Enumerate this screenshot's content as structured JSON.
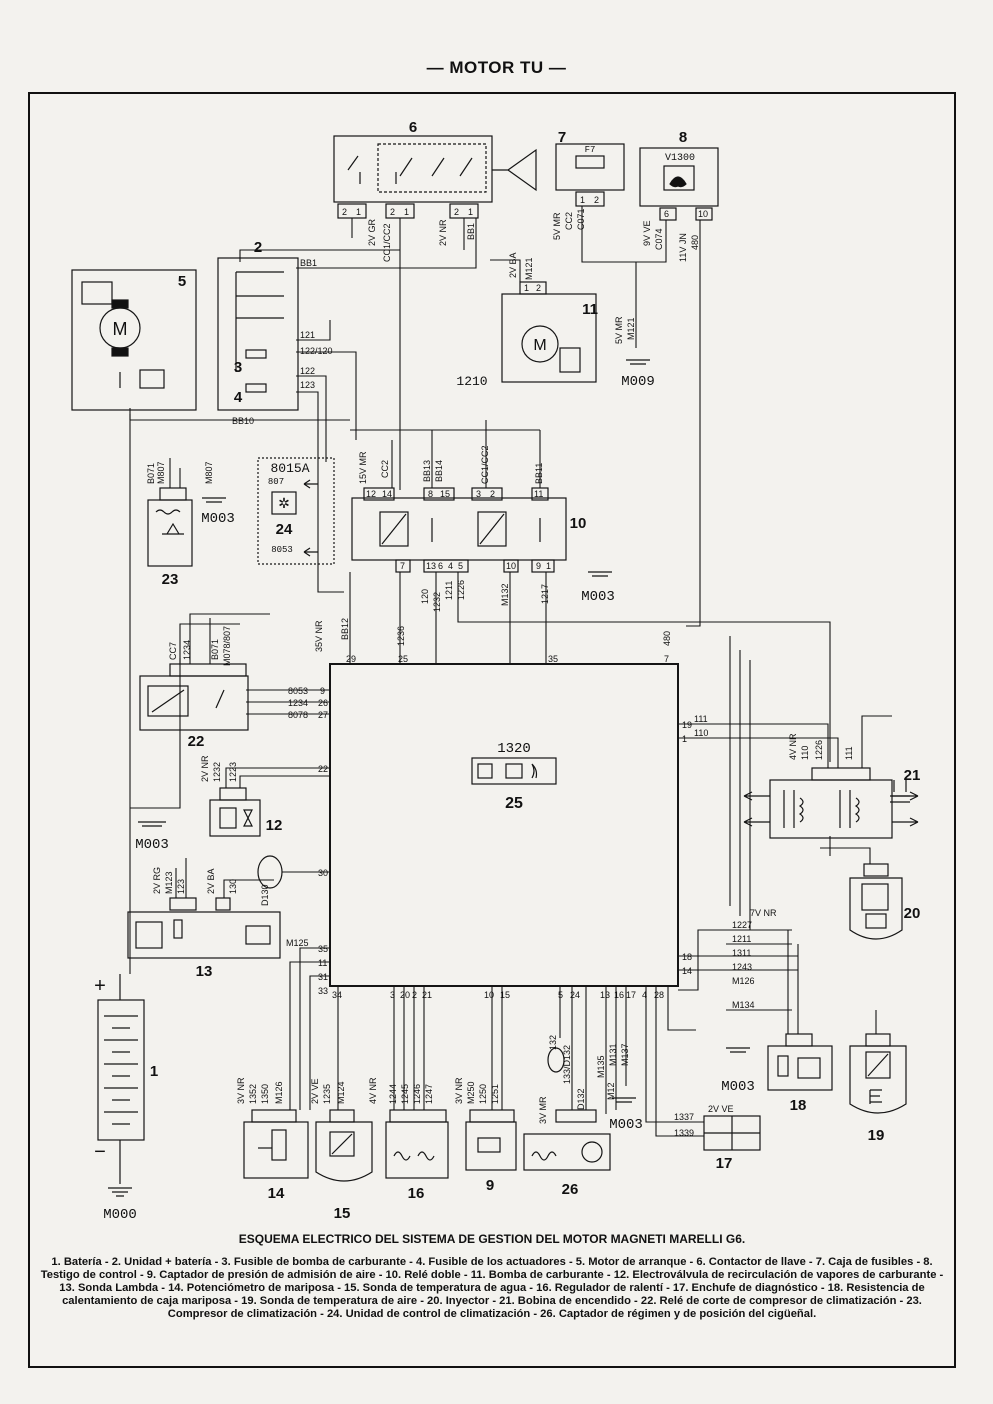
{
  "header": {
    "title": "— MOTOR TU —"
  },
  "caption": {
    "title": "ESQUEMA ELECTRICO DEL SISTEMA DE GESTION DEL MOTOR MAGNETI MARELLI G6.",
    "legend": "1. Batería - 2. Unidad + batería - 3. Fusible de bomba de carburante - 4. Fusible de los actuadores - 5. Motor de arranque - 6. Contactor de llave - 7. Caja de fusibles - 8. Testigo de control - 9. Captador de presión de admisión de aire - 10. Relé doble - 11. Bomba de carburante - 12. Electroválvula de recirculación de vapores de carburante - 13. Sonda Lambda - 14. Potenciómetro de mariposa - 15. Sonda de temperatura de agua - 16. Regulador de ralentí - 17. Enchufe de diagnóstico - 18. Resistencia de calentamiento de caja mariposa - 19. Sonda de temperatura de aire - 20. Inyector - 21. Bobina de encendido - 22. Relé de corte de compresor de climatización - 23. Compresor de climatización - 24. Unidad de control de climatización - 26. Captador de régimen y de posición del cigüeñal."
  },
  "components": [
    {
      "id": "c1",
      "num": "1"
    },
    {
      "id": "c2",
      "num": "2"
    },
    {
      "id": "c3",
      "num": "3"
    },
    {
      "id": "c4",
      "num": "4"
    },
    {
      "id": "c5",
      "num": "5"
    },
    {
      "id": "c6",
      "num": "6"
    },
    {
      "id": "c7",
      "num": "7"
    },
    {
      "id": "c8",
      "num": "8"
    },
    {
      "id": "c9",
      "num": "9"
    },
    {
      "id": "c10",
      "num": "10"
    },
    {
      "id": "c11",
      "num": "11"
    },
    {
      "id": "c12",
      "num": "12"
    },
    {
      "id": "c13",
      "num": "13"
    },
    {
      "id": "c14",
      "num": "14"
    },
    {
      "id": "c15",
      "num": "15"
    },
    {
      "id": "c16",
      "num": "16"
    },
    {
      "id": "c17",
      "num": "17"
    },
    {
      "id": "c18",
      "num": "18"
    },
    {
      "id": "c19",
      "num": "19"
    },
    {
      "id": "c20",
      "num": "20"
    },
    {
      "id": "c21",
      "num": "21"
    },
    {
      "id": "c22",
      "num": "22"
    },
    {
      "id": "c23",
      "num": "23"
    },
    {
      "id": "c24",
      "num": "24"
    },
    {
      "id": "c25",
      "num": "25"
    },
    {
      "id": "c26",
      "num": "26"
    }
  ],
  "codes": {
    "ecu": "1320",
    "indicator": "V1300",
    "fusebox": "F7",
    "aircon_unit": "8015A",
    "wire_1210": "1210",
    "ac_807": "807",
    "ac_8053": "8053"
  },
  "grounds": {
    "g_battery": "M000",
    "g_pump": "M009",
    "g_23": "M003",
    "g_10": "M003",
    "g_12": "M003",
    "g_26": "M003",
    "g_18": "M003"
  },
  "polarity": {
    "plus": "+",
    "minus": "−"
  },
  "wires": [
    "BB1",
    "BB10",
    "121",
    "122/120",
    "122",
    "123",
    "2V GR",
    "CC1/CC2",
    "2V NR",
    "BB1",
    "5V MR",
    "CC2",
    "C071",
    "9V VE",
    "C074",
    "11V JN",
    "480",
    "2V BA",
    "M121",
    "5V MR",
    "M121",
    "15V MR",
    "CC2",
    "BB13",
    "BB14",
    "CC1/CC2",
    "BB11",
    "120",
    "1232",
    "1211",
    "1226",
    "M132",
    "1217",
    "35V NR",
    "BB12",
    "1236",
    "480",
    "B071",
    "M807",
    "M807",
    "CC7",
    "1234",
    "B071",
    "M078/807",
    "8053",
    "1234",
    "8078",
    "2V NR",
    "1232",
    "1223",
    "4V NR",
    "110",
    "1226",
    "111",
    "2V RG",
    "M123",
    "123",
    "2V BA",
    "130",
    "D130",
    "M125",
    "7V NR",
    "1227",
    "1211",
    "1311",
    "1243",
    "M126",
    "M134",
    "3V NR",
    "1352",
    "1350",
    "M126",
    "2V VE",
    "1235",
    "M124",
    "4V NR",
    "1244",
    "1245",
    "1246",
    "1247",
    "3V NR",
    "M250",
    "1250",
    "1251",
    "3V MR",
    "132",
    "133/D132",
    "D132",
    "M135",
    "M131",
    "M137",
    "M12",
    "1337",
    "1339",
    "2V VE",
    "111",
    "110"
  ],
  "ecu_pins": [
    "29",
    "25",
    "35",
    "7",
    "9",
    "26",
    "27",
    "22",
    "30",
    "19",
    "1",
    "35",
    "11",
    "31",
    "33",
    "34",
    "3",
    "20",
    "2",
    "21",
    "10",
    "15",
    "5",
    "24",
    "13",
    "16",
    "17",
    "4",
    "28",
    "18",
    "14"
  ],
  "connector_pins": [
    "2",
    "1",
    "2",
    "1",
    "2",
    "1",
    "1",
    "2",
    "6",
    "10",
    "1",
    "2",
    "12",
    "14",
    "8",
    "15",
    "3",
    "2",
    "11",
    "7",
    "13",
    "6",
    "4",
    "5",
    "10",
    "9",
    "1"
  ]
}
